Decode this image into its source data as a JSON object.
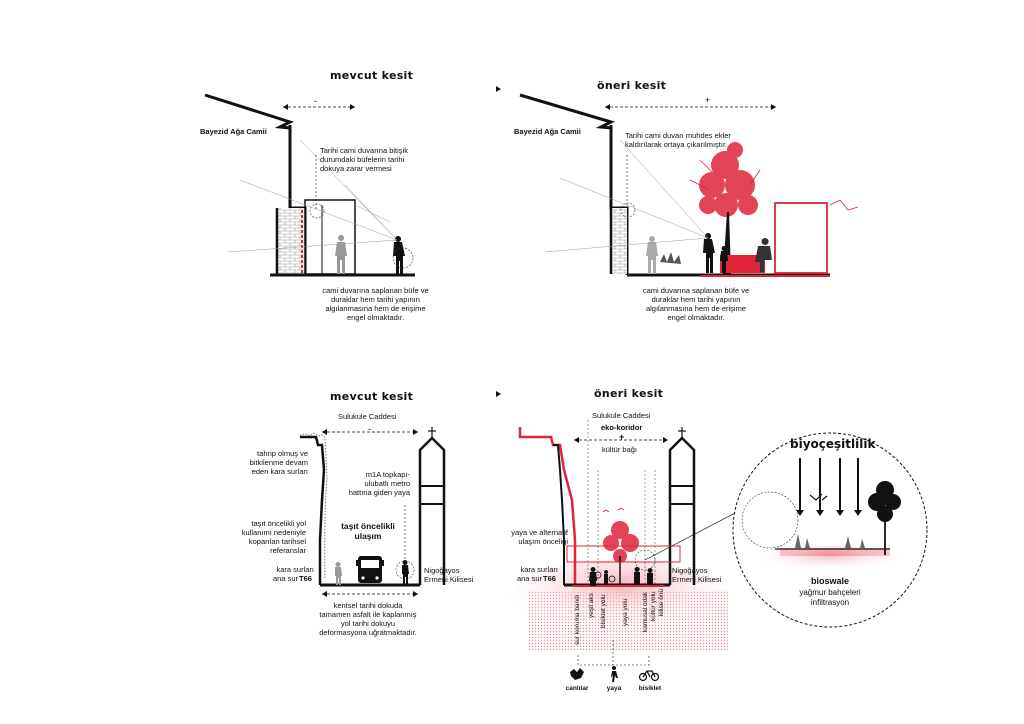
{
  "top_left": {
    "title": "mevcut kesit",
    "mosque": "Bayezid Ağa Camii",
    "dim_sign": "-",
    "note_1": "Tarihi cami duvarına bitişik durumdaki büfelerin tarihi dokuya zarar vermesi",
    "note_2": "cami duvarına saplanan büfe ve duraklar hem tarihi yapının algılanmasına hem de erişime engel olmaktadır."
  },
  "top_right": {
    "title": "öneri kesit",
    "mosque": "Bayezid Ağa Camii",
    "dim_sign": "+",
    "note_1": "Tarihi cami duvarı muhdes ekler kaldırılarak ortaya çıkarılmıştır.",
    "note_2": "cami duvarına saplanan büfe ve duraklar hem tarihi yapının algılanmasına hem de erişime engel olmaktadır."
  },
  "bottom_left": {
    "title": "mevcut kesit",
    "street": "Sulukule Caddesi",
    "dim_sign": "-",
    "walls_note": "tahrip olmuş ve bitkilenme devam eden kara surları",
    "road_note": "taşıt öncelikli yol kullanımı nedeniyle koparılan tarihsel referanslar",
    "metro_note": "m1A topkapı-ulubatlı metro hattına giden yaya",
    "center_label": "taşıt öncelikli ulaşım",
    "wall_name_1": "kara surları",
    "wall_name_2": "ana sur",
    "wall_code": "T66",
    "church_1": "Nigoğayos",
    "church_2": "Ermeni Kilisesi",
    "asphalt_note": "kentsel tarihi dokuda tamamen asfalt ile kaplanmış yol tarihi dokuyu deformasyona uğratmaktadır."
  },
  "bottom_right": {
    "title": "öneri kesit",
    "street": "Sulukule Caddesi",
    "corridor": "eko-koridor",
    "plus": "+",
    "culture": "kültür bağı",
    "priority_note": "yaya ve alternatif ulaşım önceliği",
    "wall_name_1": "kara surları",
    "wall_name_2": "ana sur",
    "wall_code": "T66",
    "church_1": "Nigoğayos",
    "church_2": "Ermeni Kilisesi",
    "zones": [
      "sur koruma bandı",
      "yeşil aks",
      "bisiklet yolu",
      "yaya yolu",
      "kamusal odak",
      "kültür yolu",
      "kilise önü"
    ],
    "legend": [
      "canlılar",
      "yaya",
      "bisiklet"
    ]
  },
  "detail": {
    "title": "biyoçeşitlilik",
    "label_1": "bioswale",
    "label_2": "yağmur bahçeleri",
    "label_3": "infiltrasyon"
  },
  "colors": {
    "accent": "#e0243a",
    "accent_light": "#f5a6b2",
    "ink": "#111111",
    "grey": "#8a8a8a"
  }
}
